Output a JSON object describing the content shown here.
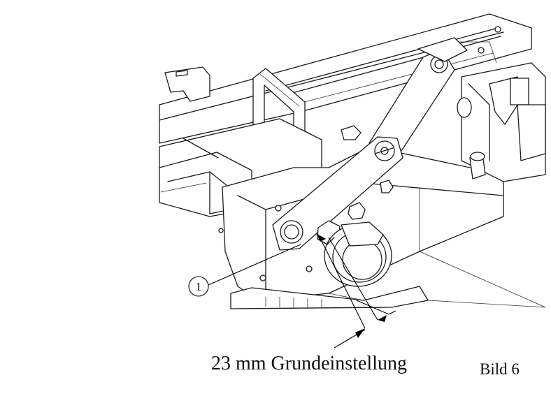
{
  "figure": {
    "callout_label": "1",
    "dimension_caption": "23 mm Grundeinstellung",
    "figure_label": "Bild 6"
  },
  "colors": {
    "line": "#1a1a1a",
    "background": "#ffffff"
  }
}
